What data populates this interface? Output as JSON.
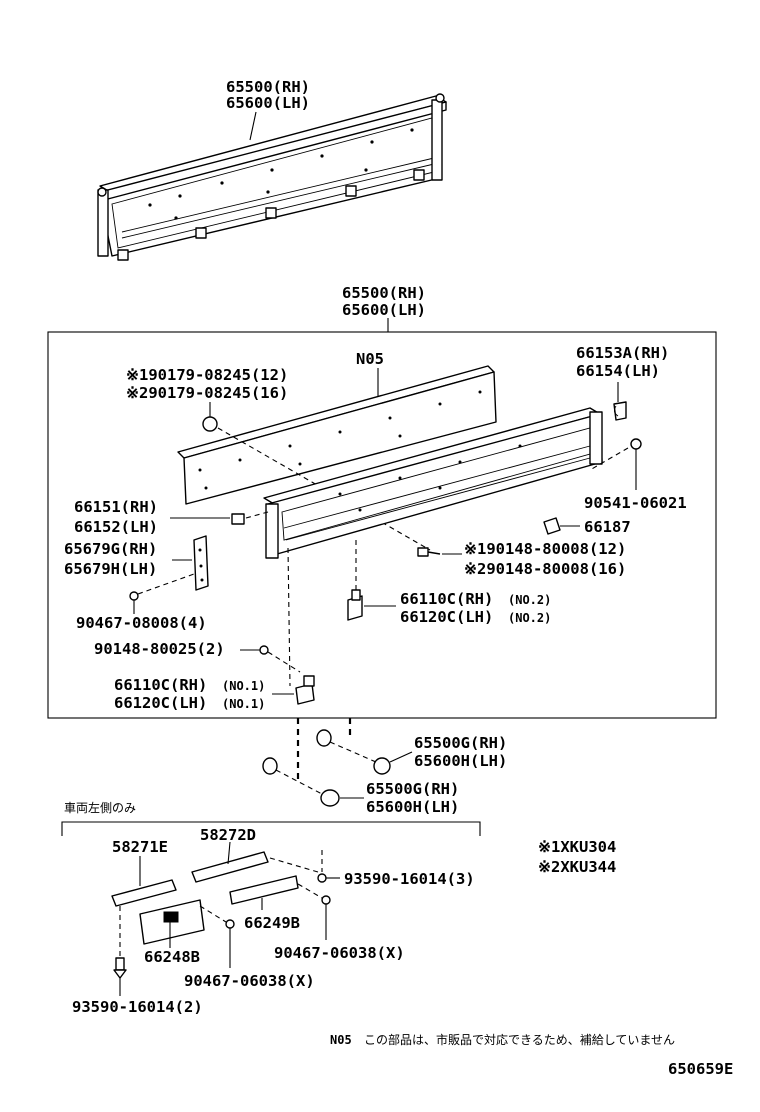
{
  "labels": {
    "top_assembly_rh": "65500(RH)",
    "top_assembly_lh": "65600(LH)",
    "box_assembly_rh": "65500(RH)",
    "box_assembly_lh": "65600(LH)",
    "n05": "N05",
    "screw_1": "※190179-08245(12)",
    "screw_2": "※290179-08245(16)",
    "hook_rh": "66153A(RH)",
    "hook_lh": "66154(LH)",
    "bolt_90541": "90541-06021",
    "pin_rh": "66151(RH)",
    "pin_lh": "66152(LH)",
    "plate_rh": "65679G(RH)",
    "plate_lh": "65679H(LH)",
    "part_66187": "66187",
    "bolt_90148_1": "※190148-80008(12)",
    "bolt_90148_2": "※290148-80008(16)",
    "bolt_90467_08008": "90467-08008(4)",
    "hinge_no2_rh": "66110C(RH)",
    "hinge_no2_lh": "66120C(LH)",
    "hinge_no2_suffix": "(NO.2)",
    "bolt_90148_80025": "90148-80025(2)",
    "hinge_no1_rh": "66110C(RH)",
    "hinge_no1_lh": "66120C(LH)",
    "hinge_no1_suffix": "(NO.1)",
    "bushing_a_rh": "65500G(RH)",
    "bushing_a_lh": "65600H(LH)",
    "bushing_b_rh": "65500G(RH)",
    "bushing_b_lh": "65600H(LH)",
    "left_side_only": "車両左側のみ",
    "part_58271e": "58271E",
    "part_58272d": "58272D",
    "clip_93590_3": "93590-16014(3)",
    "model_1": "※1XKU304",
    "model_2": "※2XKU344",
    "part_66249b": "66249B",
    "part_66248b": "66248B",
    "clip_90467_06038_a": "90467-06038(X)",
    "clip_90467_06038_b": "90467-06038(X)",
    "clip_93590_2": "93590-16014(2)",
    "note_code": "N05",
    "note_text": "この部品は、市販品で対応できるため、補給していません",
    "diagram_id": "650659E"
  }
}
